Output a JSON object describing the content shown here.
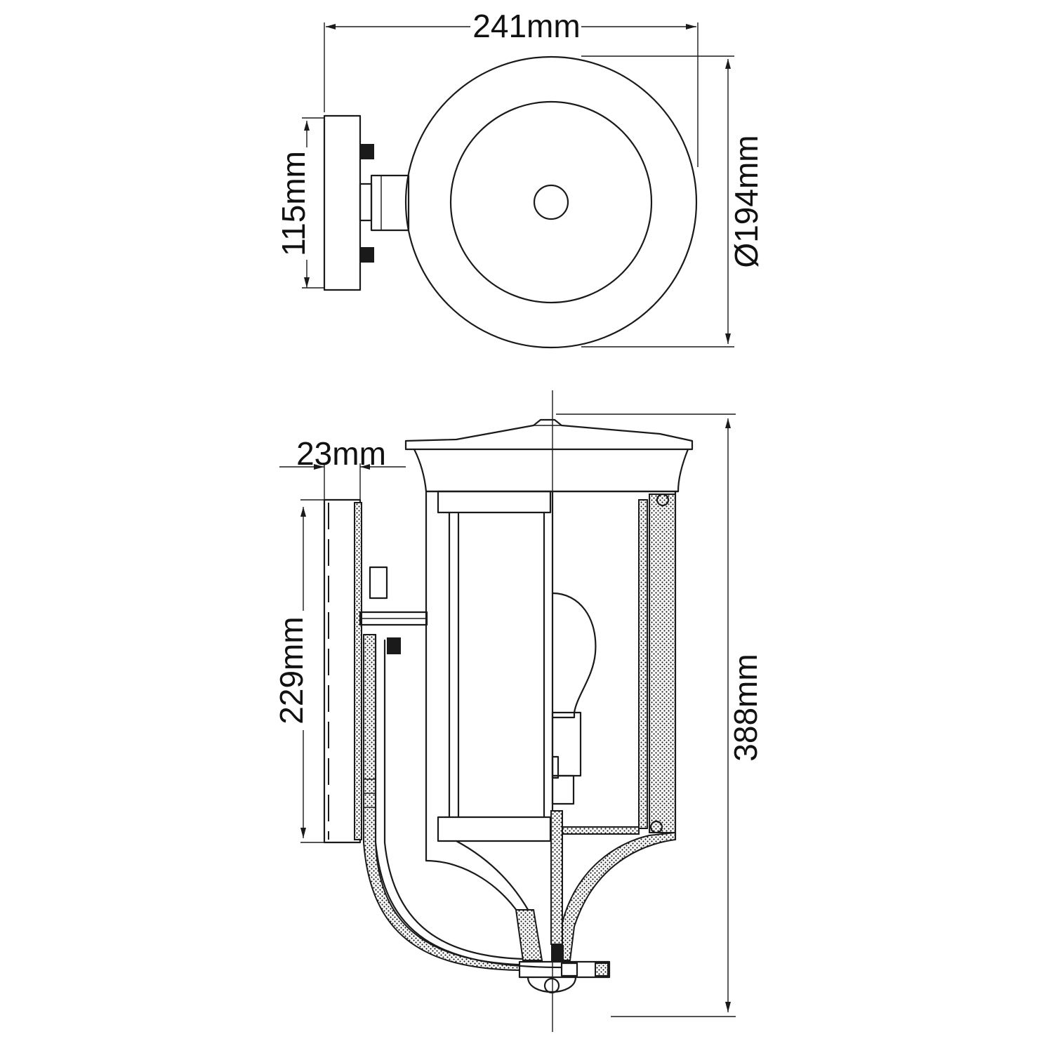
{
  "drawing": {
    "plan_view": {
      "overall_width": "241mm",
      "backplate_height": "115mm",
      "diameter": "Ø194mm"
    },
    "elevation_view": {
      "backplate_depth": "23mm",
      "backplate_height": "229mm",
      "overall_height": "388mm"
    }
  },
  "colors": {
    "line": "#1a1a1a",
    "background": "#ffffff"
  }
}
